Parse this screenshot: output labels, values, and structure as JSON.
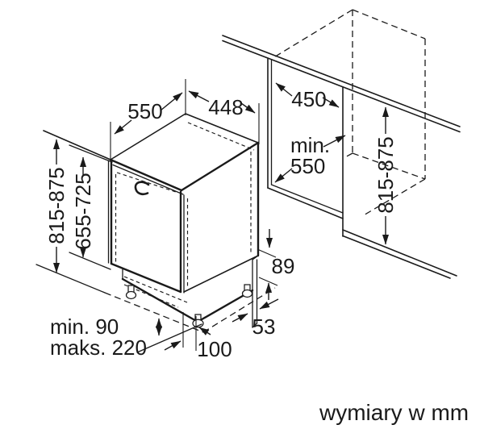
{
  "drawing": {
    "caption": "wymiary w mm",
    "dims": {
      "appliance_depth": "550",
      "appliance_width": "448",
      "niche_width": "450",
      "niche_depth_line1": "min.",
      "niche_depth_line2": "550",
      "appliance_height_range": "815-875",
      "door_panel_height_range": "655-725",
      "niche_height_range": "815-875",
      "rear_channel_height": "89",
      "rear_channel_depth": "53",
      "front_foot_offset": "100",
      "plinth_min": "min. 90",
      "plinth_max": "maks. 220"
    },
    "colors": {
      "line": "#1a1a1a",
      "background": "#ffffff"
    }
  }
}
